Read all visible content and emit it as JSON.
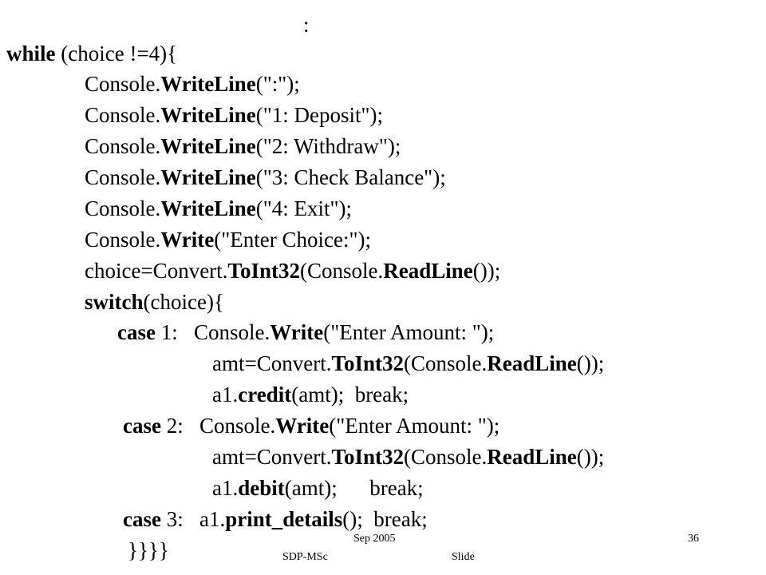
{
  "slide": {
    "heading": ":",
    "code": {
      "l01": {
        "kw": "while",
        "rest": " (choice !=4){"
      },
      "l02": {
        "pre": "Console.",
        "kw": "WriteLine",
        "post": "(\":\");"
      },
      "l03": {
        "pre": "Console.",
        "kw": "WriteLine",
        "post": "(\"1: Deposit\");"
      },
      "l04": {
        "pre": "Console.",
        "kw": "WriteLine",
        "post": "(\"2: Withdraw\");"
      },
      "l05": {
        "pre": "Console.",
        "kw": "WriteLine",
        "post": "(\"3: Check Balance\");"
      },
      "l06": {
        "pre": "Console.",
        "kw": "WriteLine",
        "post": "(\"4: Exit\");"
      },
      "l07": {
        "pre": "Console.",
        "kw": "Write",
        "post": "(\"Enter Choice:\");"
      },
      "l08": {
        "pre": "choice=Convert.",
        "kw1": "ToInt32",
        "mid": "(Console.",
        "kw2": "ReadLine",
        "post": "());"
      },
      "l09": {
        "kw": "switch",
        "post": "(choice){"
      },
      "l10": {
        "kw": "case",
        "mid": " 1:   Console.",
        "kw2": "Write",
        "post": "(\"Enter Amount: \");"
      },
      "l11": {
        "pre": "amt=Convert.",
        "kw1": "ToInt32",
        "mid": "(Console.",
        "kw2": "ReadLine",
        "post": "());"
      },
      "l12": {
        "pre": "a1.",
        "kw": "credit",
        "post": "(amt);  break;"
      },
      "l13": {
        "kw": "case",
        "mid": " 2:   Console.",
        "kw2": "Write",
        "post": "(\"Enter Amount: \");"
      },
      "l14": {
        "pre": "amt=Convert.",
        "kw1": "ToInt32",
        "mid": "(Console.",
        "kw2": "ReadLine",
        "post": "());"
      },
      "l15": {
        "pre": "a1.",
        "kw": "debit",
        "post": "(amt);      break;"
      },
      "l16": {
        "kw": "case",
        "mid": " 3:   a1.",
        "kw2": "print_details",
        "post": "();  break;"
      },
      "l17": {
        "text": "}}}}"
      }
    }
  },
  "footer": {
    "date": "Sep 2005",
    "course": "SDP-MSc",
    "slide_label": "Slide",
    "page_number": "36"
  }
}
